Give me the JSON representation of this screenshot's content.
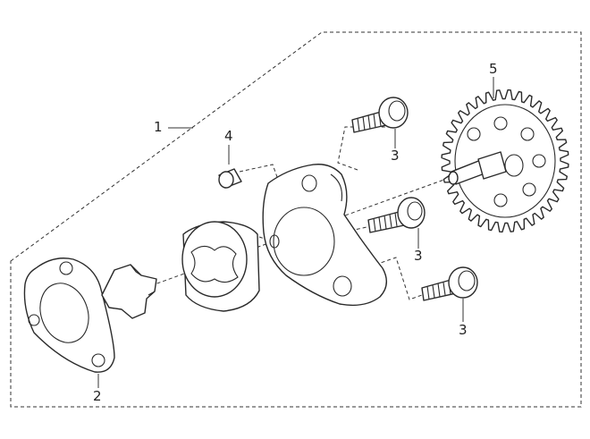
{
  "diagram": {
    "callouts": [
      {
        "id": "oil-pump-assembly",
        "number": "1"
      },
      {
        "id": "gasket",
        "number": "2"
      },
      {
        "id": "screw-a",
        "number": "3"
      },
      {
        "id": "screw-b",
        "number": "3"
      },
      {
        "id": "screw-c",
        "number": "3"
      },
      {
        "id": "dowel-pin",
        "number": "4"
      },
      {
        "id": "pump-gear",
        "number": "5"
      }
    ]
  }
}
